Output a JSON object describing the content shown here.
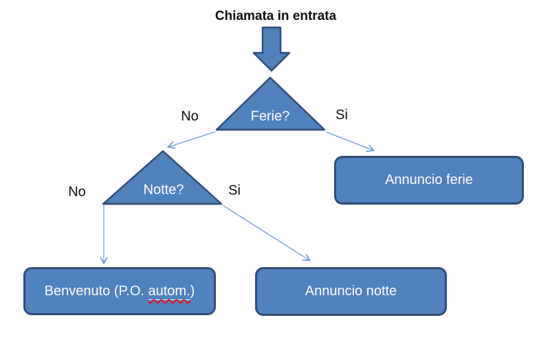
{
  "diagram": {
    "title": "Chiamata in entrata",
    "colors": {
      "background": "#ffffff",
      "shape_fill": "#4f81bd",
      "shape_border": "#2e4d77",
      "connector": "#6f9ad1",
      "label_text": "#0d0d0d",
      "shape_text": "#ffffff",
      "spellcheck_squiggle": "#e01010"
    },
    "decisions": [
      {
        "question": "Ferie?",
        "no_label": "No",
        "yes_label": "Si"
      },
      {
        "question": "Notte?",
        "no_label": "No",
        "yes_label": "Si"
      }
    ],
    "boxes": {
      "ferie": {
        "label": "Annuncio ferie"
      },
      "benvenuto": {
        "label_prefix": "Benvenuto (P.O. ",
        "label_misspelled": "autom.",
        "label_suffix": ")"
      },
      "notte": {
        "label": "Annuncio notte"
      }
    }
  }
}
